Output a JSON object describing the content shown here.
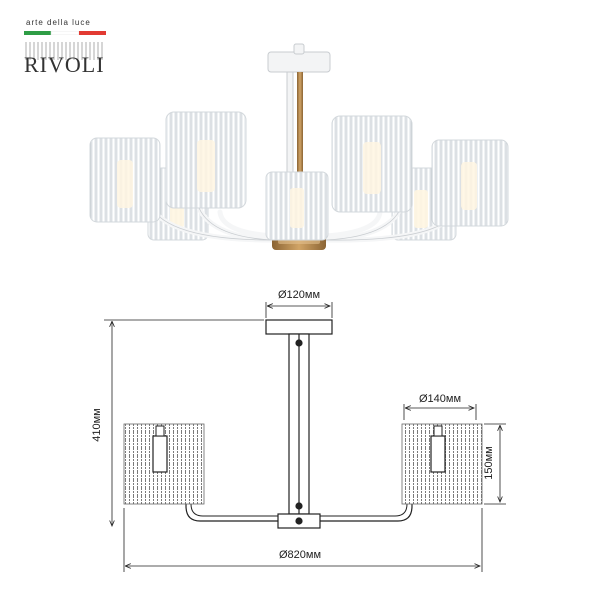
{
  "brand": {
    "tagline": "arte della luce",
    "name": "RIVOLI",
    "flag_colors": [
      "#2e9d45",
      "#ffffff",
      "#e23a32"
    ]
  },
  "dimensions": {
    "base_diameter": "Ø120мм",
    "shade_diameter": "Ø140мм",
    "total_diameter": "Ø820мм",
    "height": "410мм",
    "shade_height": "150мм"
  },
  "colors": {
    "frame": "#f1f2f2",
    "gold": "#b8874b",
    "shade": "#e9ecef",
    "line": "#222222"
  }
}
